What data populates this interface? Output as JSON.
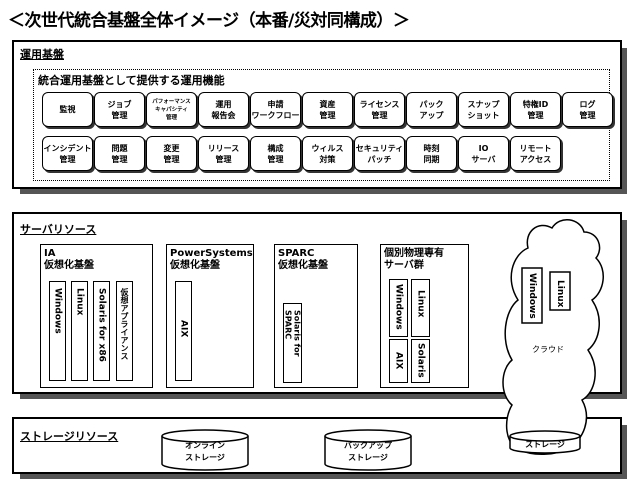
{
  "title": "＜次世代統合基盤全体イメージ（本番/災対同構成）＞",
  "infra": {
    "title": "運用基盤",
    "subtitle": "統合運用基盤として提供する運用機能",
    "functions": [
      "監視",
      "ジョブ\n管理",
      "パフォーマンス\nキャパシティ\n管理",
      "運用\n報告会",
      "申請\nワークフロー",
      "資産\n管理",
      "ライセンス\n管理",
      "パック\nアップ",
      "スナップ\nショット",
      "特権ID\n管理",
      "ログ\n管理",
      "インシデント\n管理",
      "問題\n管理",
      "変更\n管理",
      "リリース\n管理",
      "構成\n管理",
      "ウィルス\n対策",
      "セキュリティ\nパッチ",
      "時刻\n同期",
      "IO\nサーバ",
      "リモート\nアクセス"
    ]
  },
  "servers": {
    "title": "サーバリソース",
    "ia": {
      "title": "IA\n仮想化基盤",
      "items": [
        "Windows",
        "Linux",
        "Solaris for x86",
        "仮想アプライアンス"
      ]
    },
    "power": {
      "title": "PowerSystems\n仮想化基盤",
      "items": [
        "AIX"
      ]
    },
    "sparc": {
      "title": "SPARC\n仮想化基盤",
      "items": [
        "Solaris for SPARC"
      ]
    },
    "physical": {
      "title": "個別物理専有\nサーバ群",
      "items": [
        "Windows",
        "Linux",
        "AIX",
        "Solaris"
      ]
    },
    "cloud": {
      "label": "クラウド",
      "items": [
        "Windows",
        "Linux"
      ]
    }
  },
  "storage": {
    "title": "ストレージリソース",
    "online": "オンライン\nストレージ",
    "backup": "バックアップ\nストレージ",
    "cloud": "ストレージ"
  }
}
